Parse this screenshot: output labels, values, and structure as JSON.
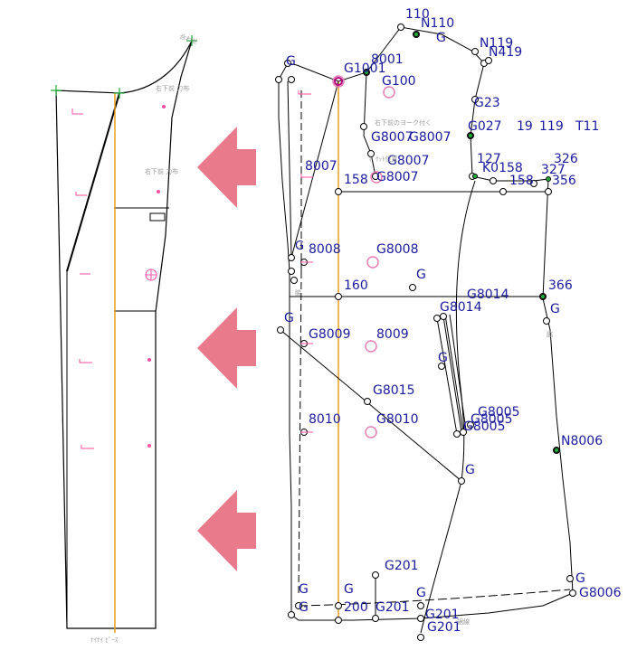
{
  "colors": {
    "outline": "#000000",
    "grain_line": "#e8a020",
    "arrow": "#e87a8c",
    "label": "#1a1a9e",
    "point": "#000000",
    "point_ring": "#e97fb8",
    "marker_green": "#1fae3a",
    "annotation_gray": "#9a9a9a",
    "dot_magenta": "#ff4fa3"
  },
  "left_piece": {
    "notes": {
      "top_label": "合わせ",
      "note_1": "右下前\n力布",
      "note_2": "右下前\n力布",
      "bottom_label": "ﾅｲﾅｲ ﾋﾟｰｽ"
    }
  },
  "arrows": [
    {
      "name": "arrow-top",
      "direction": "left"
    },
    {
      "name": "arrow-middle",
      "direction": "left"
    },
    {
      "name": "arrow-bottom",
      "direction": "left"
    }
  ],
  "right_piece": {
    "labels": {
      "l110": "110",
      "n110": "N110",
      "g_top": "G",
      "n119": "N119",
      "n419": "N419",
      "g_corner": "G",
      "g1001": "G1001",
      "g8001": "8001",
      "g100": "G100",
      "g23": "G23",
      "g027": "G027",
      "n19": "19",
      "n119b": "119",
      "t11": "T11",
      "g8007a": "G8007",
      "g8007b": "G8007",
      "g8007c": "G8007",
      "g8007d": "G8007",
      "n8007": "8007",
      "n158a": "158",
      "n127": "127",
      "k158": "K0158",
      "n158b": "158",
      "n326": "326",
      "n327": "327",
      "n356": "356",
      "g8008": "G8008",
      "n8008": "8008",
      "g_mid": "G",
      "n160": "160",
      "g8014a": "G8014",
      "g8014b": "G8014",
      "n366": "366",
      "g_right": "G",
      "g_left": "G",
      "g8009": "G8009",
      "n8009": "8009",
      "g_pocket": "G",
      "g8015": "G8015",
      "n8010": "8010",
      "g8010": "G8010",
      "g8005a": "G8005",
      "g8005b": "G8005",
      "g8005c": "G8005",
      "n8006": "N8006",
      "g_lower": "G",
      "g201a": "G201",
      "g_bl1": "G",
      "g_bl2": "G",
      "g_b3": "G",
      "n200": "200",
      "g201b": "G201",
      "g_b4": "G",
      "g201c": "G201",
      "g201d": "G201",
      "g_br": "G",
      "g8006": "G8006"
    },
    "annotations": {
      "yoke_note": "右下前のヨーク付く",
      "pocket_note": "ﾎﾟｹｯﾄ位置",
      "hem_note": "裾線",
      "side_note_1": "脇",
      "side_note_2": "脇"
    }
  }
}
